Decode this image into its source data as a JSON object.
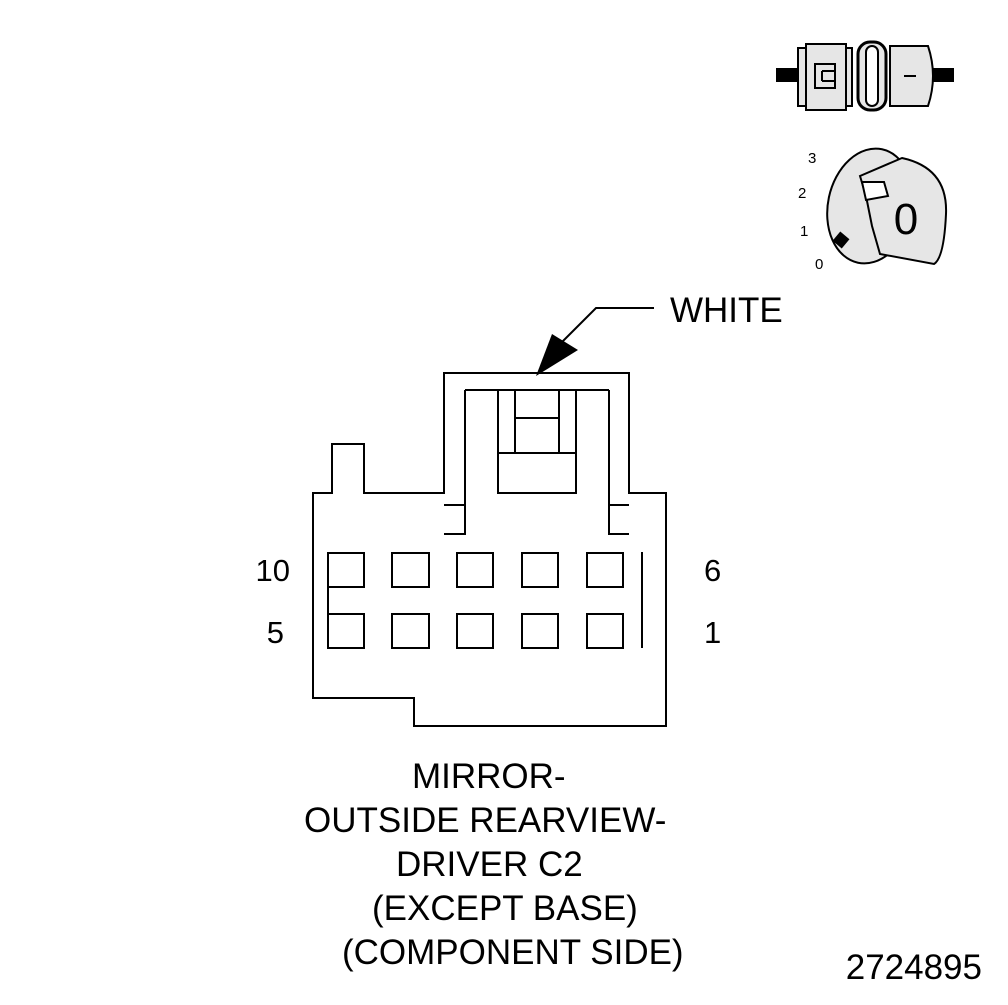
{
  "connector": {
    "color_callout": "WHITE",
    "pin_labels": {
      "top_left": "10",
      "top_right": "6",
      "bottom_left": "5",
      "bottom_right": "1"
    },
    "cavity_rows": 2,
    "cavities_per_row": 5
  },
  "ignition_icon": {
    "positions": [
      "3",
      "2",
      "1",
      "0"
    ],
    "key_label": "0"
  },
  "title_lines": [
    "MIRROR-",
    "OUTSIDE REARVIEW-",
    "DRIVER C2",
    "(EXCEPT BASE)",
    "(COMPONENT SIDE)"
  ],
  "figure_number": "2724895",
  "colors": {
    "ink": "#000000",
    "paper": "#ffffff",
    "icon_fill": "#e6e6e6"
  }
}
